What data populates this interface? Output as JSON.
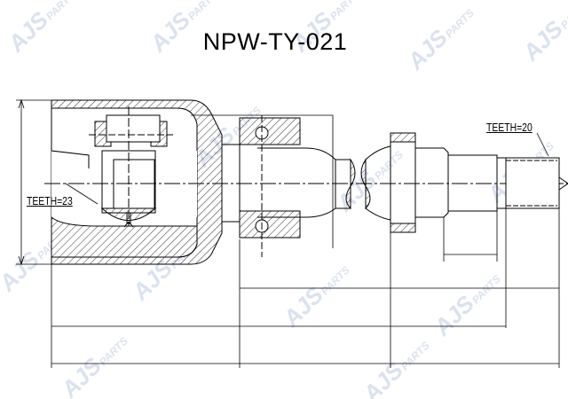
{
  "title": "NPW-TY-021",
  "labels": {
    "teeth_left": "TEETH=23",
    "teeth_right": "TEETH=20"
  },
  "watermark": {
    "text": "AJS PARTS",
    "color": "#c9d3e6"
  },
  "colors": {
    "line": "#000000",
    "background": "#ffffff"
  }
}
